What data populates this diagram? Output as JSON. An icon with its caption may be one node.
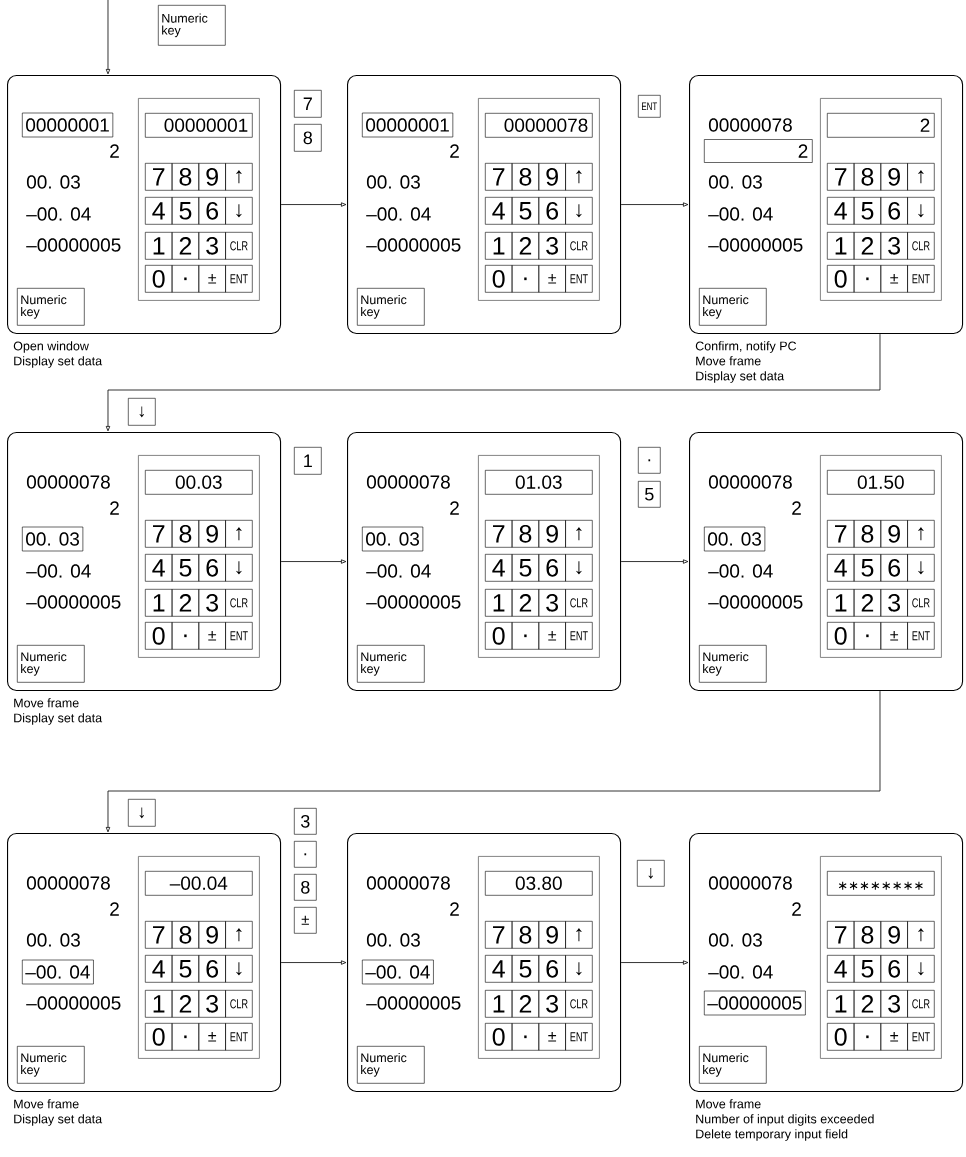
{
  "diagram": {
    "nodes": [
      {
        "text": [
          "Numeric key"
        ]
      },
      {
        "text": [
          "2",
          "00. 03",
          "–00. 04",
          "–00000005"
        ],
        "beside": [
          "Open window",
          "Display set data"
        ]
      },
      {
        "text": [
          "00000001"
        ],
        "in": 1
      },
      {
        "text": [],
        "shape": "box",
        "in": 1
      },
      {
        "text": [
          "00000001"
        ],
        "in": 3
      },
      {
        "text": [
          "7"
        ],
        "in": 3
      },
      {
        "text": [
          "8"
        ],
        "in": 3
      },
      {
        "text": [
          "9"
        ],
        "in": 3
      },
      {
        "text": [
          "↑"
        ],
        "in": 3
      },
      {
        "text": [
          "4"
        ],
        "in": 3
      },
      {
        "text": [
          "5"
        ],
        "in": 3
      },
      {
        "text": [
          "6"
        ],
        "in": 3
      },
      {
        "text": [
          "↓"
        ],
        "in": 3
      },
      {
        "text": [
          "1"
        ],
        "in": 3
      },
      {
        "text": [
          "2"
        ],
        "in": 3
      },
      {
        "text": [
          "3"
        ],
        "in": 3
      },
      {
        "text": [
          "CLR"
        ],
        "in": 3
      },
      {
        "text": [
          "0"
        ],
        "in": 3
      },
      {
        "text": [
          "."
        ],
        "in": 3
      },
      {
        "text": [
          "±"
        ],
        "in": 3
      },
      {
        "text": [
          "ENT"
        ],
        "in": 3
      },
      {
        "text": [
          "Numeric key"
        ],
        "in": 1
      },
      {
        "text": [
          "7"
        ]
      },
      {
        "text": [
          "8"
        ]
      },
      {
        "text": [
          "2",
          "00. 03",
          "–00. 04",
          "–00000005"
        ]
      },
      {
        "text": [
          "00000001"
        ],
        "in": 24
      },
      {
        "text": [],
        "shape": "box",
        "in": 24
      },
      {
        "text": [
          "00000078"
        ],
        "in": 26
      },
      {
        "text": [
          "7"
        ],
        "in": 26
      },
      {
        "text": [
          "8"
        ],
        "in": 26
      },
      {
        "text": [
          "9"
        ],
        "in": 26
      },
      {
        "text": [
          "↑"
        ],
        "in": 26
      },
      {
        "text": [
          "4"
        ],
        "in": 26
      },
      {
        "text": [
          "5"
        ],
        "in": 26
      },
      {
        "text": [
          "6"
        ],
        "in": 26
      },
      {
        "text": [
          "↓"
        ],
        "in": 26
      },
      {
        "text": [
          "1"
        ],
        "in": 26
      },
      {
        "text": [
          "2"
        ],
        "in": 26
      },
      {
        "text": [
          "3"
        ],
        "in": 26
      },
      {
        "text": [
          "CLR"
        ],
        "in": 26
      },
      {
        "text": [
          "0"
        ],
        "in": 26
      },
      {
        "text": [
          "."
        ],
        "in": 26
      },
      {
        "text": [
          "±"
        ],
        "in": 26
      },
      {
        "text": [
          "ENT"
        ],
        "in": 26
      },
      {
        "text": [
          "Numeric key"
        ],
        "in": 24
      },
      {
        "text": [
          "ENT"
        ]
      },
      {
        "text": [
          "00000078",
          "00. 03",
          "–00. 04",
          "–00000005"
        ],
        "beside": [
          "Confirm, notify PC",
          "Move frame",
          "Display set data"
        ]
      },
      {
        "text": [
          "2"
        ],
        "in": 46
      },
      {
        "text": [],
        "shape": "box",
        "in": 46
      },
      {
        "text": [
          "2"
        ],
        "in": 48
      },
      {
        "text": [
          "7"
        ],
        "in": 48
      },
      {
        "text": [
          "8"
        ],
        "in": 48
      },
      {
        "text": [
          "9"
        ],
        "in": 48
      },
      {
        "text": [
          "↑"
        ],
        "in": 48
      },
      {
        "text": [
          "4"
        ],
        "in": 48
      },
      {
        "text": [
          "5"
        ],
        "in": 48
      },
      {
        "text": [
          "6"
        ],
        "in": 48
      },
      {
        "text": [
          "↓"
        ],
        "in": 48
      },
      {
        "text": [
          "1"
        ],
        "in": 48
      },
      {
        "text": [
          "2"
        ],
        "in": 48
      },
      {
        "text": [
          "3"
        ],
        "in": 48
      },
      {
        "text": [
          "CLR"
        ],
        "in": 48
      },
      {
        "text": [
          "0"
        ],
        "in": 48
      },
      {
        "text": [
          "."
        ],
        "in": 48
      },
      {
        "text": [
          "±"
        ],
        "in": 48
      },
      {
        "text": [
          "ENT"
        ],
        "in": 48
      },
      {
        "text": [
          "Numeric key"
        ],
        "in": 46
      },
      {
        "text": [
          "↓"
        ]
      },
      {
        "text": [
          "00000078",
          "2",
          "–00. 04",
          "–00000005"
        ],
        "beside": [
          "Move frame",
          "Display set data"
        ]
      },
      {
        "text": [
          "00. 03"
        ],
        "in": 68
      },
      {
        "text": [],
        "shape": "box",
        "in": 68
      },
      {
        "text": [
          "00.03"
        ],
        "in": 70
      },
      {
        "text": [
          "7"
        ],
        "in": 70
      },
      {
        "text": [
          "8"
        ],
        "in": 70
      },
      {
        "text": [
          "9"
        ],
        "in": 70
      },
      {
        "text": [
          "↑"
        ],
        "in": 70
      },
      {
        "text": [
          "4"
        ],
        "in": 70
      },
      {
        "text": [
          "5"
        ],
        "in": 70
      },
      {
        "text": [
          "6"
        ],
        "in": 70
      },
      {
        "text": [
          "↓"
        ],
        "in": 70
      },
      {
        "text": [
          "1"
        ],
        "in": 70
      },
      {
        "text": [
          "2"
        ],
        "in": 70
      },
      {
        "text": [
          "3"
        ],
        "in": 70
      },
      {
        "text": [
          "CLR"
        ],
        "in": 70
      },
      {
        "text": [
          "0"
        ],
        "in": 70
      },
      {
        "text": [
          "."
        ],
        "in": 70
      },
      {
        "text": [
          "±"
        ],
        "in": 70
      },
      {
        "text": [
          "ENT"
        ],
        "in": 70
      },
      {
        "text": [
          "Numeric key"
        ],
        "in": 68
      },
      {
        "text": [
          "1"
        ]
      },
      {
        "text": [
          "00000078",
          "2",
          "–00. 04",
          "–00000005"
        ]
      },
      {
        "text": [
          "00. 03"
        ],
        "in": 90
      },
      {
        "text": [],
        "shape": "box",
        "in": 90
      },
      {
        "text": [
          "01.03"
        ],
        "in": 92
      },
      {
        "text": [
          "7"
        ],
        "in": 92
      },
      {
        "text": [
          "8"
        ],
        "in": 92
      },
      {
        "text": [
          "9"
        ],
        "in": 92
      },
      {
        "text": [
          "↑"
        ],
        "in": 92
      },
      {
        "text": [
          "4"
        ],
        "in": 92
      },
      {
        "text": [
          "5"
        ],
        "in": 92
      },
      {
        "text": [
          "6"
        ],
        "in": 92
      },
      {
        "text": [
          "↓"
        ],
        "in": 92
      },
      {
        "text": [
          "1"
        ],
        "in": 92
      },
      {
        "text": [
          "2"
        ],
        "in": 92
      },
      {
        "text": [
          "3"
        ],
        "in": 92
      },
      {
        "text": [
          "CLR"
        ],
        "in": 92
      },
      {
        "text": [
          "0"
        ],
        "in": 92
      },
      {
        "text": [
          "."
        ],
        "in": 92
      },
      {
        "text": [
          "±"
        ],
        "in": 92
      },
      {
        "text": [
          "ENT"
        ],
        "in": 92
      },
      {
        "text": [
          "Numeric key"
        ],
        "in": 90
      },
      {
        "text": [
          "."
        ]
      },
      {
        "text": [
          "5"
        ]
      },
      {
        "text": [
          "00000078",
          "2",
          "–00. 04",
          "–00000005"
        ]
      },
      {
        "text": [
          "00. 03"
        ],
        "in": 113
      },
      {
        "text": [],
        "shape": "box",
        "in": 113
      },
      {
        "text": [
          "01.50"
        ],
        "in": 115
      },
      {
        "text": [
          "7"
        ],
        "in": 115
      },
      {
        "text": [
          "8"
        ],
        "in": 115
      },
      {
        "text": [
          "9"
        ],
        "in": 115
      },
      {
        "text": [
          "↑"
        ],
        "in": 115
      },
      {
        "text": [
          "4"
        ],
        "in": 115
      },
      {
        "text": [
          "5"
        ],
        "in": 115
      },
      {
        "text": [
          "6"
        ],
        "in": 115
      },
      {
        "text": [
          "↓"
        ],
        "in": 115
      },
      {
        "text": [
          "1"
        ],
        "in": 115
      },
      {
        "text": [
          "2"
        ],
        "in": 115
      },
      {
        "text": [
          "3"
        ],
        "in": 115
      },
      {
        "text": [
          "CLR"
        ],
        "in": 115
      },
      {
        "text": [
          "0"
        ],
        "in": 115
      },
      {
        "text": [
          "."
        ],
        "in": 115
      },
      {
        "text": [
          "±"
        ],
        "in": 115
      },
      {
        "text": [
          "ENT"
        ],
        "in": 115
      },
      {
        "text": [
          "Numeric key"
        ],
        "in": 113
      },
      {
        "text": [
          "↓"
        ]
      },
      {
        "text": [
          "00000078",
          "2",
          "00. 03",
          "–00000005"
        ],
        "beside": [
          "Move frame",
          "Display set data"
        ]
      },
      {
        "text": [
          "–00. 04"
        ],
        "in": 135
      },
      {
        "text": [],
        "shape": "box",
        "in": 135
      },
      {
        "text": [
          "–00.04"
        ],
        "in": 137
      },
      {
        "text": [
          "7"
        ],
        "in": 137
      },
      {
        "text": [
          "8"
        ],
        "in": 137
      },
      {
        "text": [
          "9"
        ],
        "in": 137
      },
      {
        "text": [
          "↑"
        ],
        "in": 137
      },
      {
        "text": [
          "4"
        ],
        "in": 137
      },
      {
        "text": [
          "5"
        ],
        "in": 137
      },
      {
        "text": [
          "6"
        ],
        "in": 137
      },
      {
        "text": [
          "↓"
        ],
        "in": 137
      },
      {
        "text": [
          "1"
        ],
        "in": 137
      },
      {
        "text": [
          "2"
        ],
        "in": 137
      },
      {
        "text": [
          "3"
        ],
        "in": 137
      },
      {
        "text": [
          "CLR"
        ],
        "in": 137
      },
      {
        "text": [
          "0"
        ],
        "in": 137
      },
      {
        "text": [
          "."
        ],
        "in": 137
      },
      {
        "text": [
          "±"
        ],
        "in": 137
      },
      {
        "text": [
          "ENT"
        ],
        "in": 137
      },
      {
        "text": [
          "Numeric key"
        ],
        "in": 135
      },
      {
        "text": [
          "3"
        ]
      },
      {
        "text": [
          "."
        ]
      },
      {
        "text": [
          "8"
        ]
      },
      {
        "text": [
          "±"
        ]
      },
      {
        "text": [
          "00000078",
          "2",
          "00. 03",
          "–00000005"
        ]
      },
      {
        "text": [
          "–00. 04"
        ],
        "in": 160
      },
      {
        "text": [],
        "shape": "box",
        "in": 160
      },
      {
        "text": [
          "03.80"
        ],
        "in": 162
      },
      {
        "text": [
          "7"
        ],
        "in": 162
      },
      {
        "text": [
          "8"
        ],
        "in": 162
      },
      {
        "text": [
          "9"
        ],
        "in": 162
      },
      {
        "text": [
          "↑"
        ],
        "in": 162
      },
      {
        "text": [
          "4"
        ],
        "in": 162
      },
      {
        "text": [
          "5"
        ],
        "in": 162
      },
      {
        "text": [
          "6"
        ],
        "in": 162
      },
      {
        "text": [
          "↓"
        ],
        "in": 162
      },
      {
        "text": [
          "1"
        ],
        "in": 162
      },
      {
        "text": [
          "2"
        ],
        "in": 162
      },
      {
        "text": [
          "3"
        ],
        "in": 162
      },
      {
        "text": [
          "CLR"
        ],
        "in": 162
      },
      {
        "text": [
          "0"
        ],
        "in": 162
      },
      {
        "text": [
          "."
        ],
        "in": 162
      },
      {
        "text": [
          "±"
        ],
        "in": 162
      },
      {
        "text": [
          "ENT"
        ],
        "in": 162
      },
      {
        "text": [
          "Numeric key"
        ],
        "in": 160
      },
      {
        "text": [
          "↓"
        ]
      },
      {
        "text": [
          "00000078",
          "2",
          "00. 03",
          "–00. 04"
        ],
        "beside": [
          "Move frame",
          "Number of input digits exceeded",
          "Delete temporary input field"
        ]
      },
      {
        "text": [
          "–00000005"
        ],
        "in": 182
      },
      {
        "text": [],
        "shape": "box",
        "in": 182
      },
      {
        "text": [
          "∗∗∗∗∗∗∗∗"
        ],
        "in": 184
      },
      {
        "text": [
          "7"
        ],
        "in": 184
      },
      {
        "text": [
          "8"
        ],
        "in": 184
      },
      {
        "text": [
          "9"
        ],
        "in": 184
      },
      {
        "text": [
          "↑"
        ],
        "in": 184
      },
      {
        "text": [
          "4"
        ],
        "in": 184
      },
      {
        "text": [
          "5"
        ],
        "in": 184
      },
      {
        "text": [
          "6"
        ],
        "in": 184
      },
      {
        "text": [
          "↓"
        ],
        "in": 184
      },
      {
        "text": [
          "1"
        ],
        "in": 184
      },
      {
        "text": [
          "2"
        ],
        "in": 184
      },
      {
        "text": [
          "3"
        ],
        "in": 184
      },
      {
        "text": [
          "CLR"
        ],
        "in": 184
      },
      {
        "text": [
          "0"
        ],
        "in": 184
      },
      {
        "text": [
          "."
        ],
        "in": 184
      },
      {
        "text": [
          "±"
        ],
        "in": 184
      },
      {
        "text": [
          "ENT"
        ],
        "in": 184
      },
      {
        "text": [
          "Numeric key"
        ],
        "in": 182
      }
    ],
    "edges": [
      {
        "from": null,
        "to": 1,
        "arrow": "to"
      },
      {
        "from": 1,
        "to": 24,
        "arrow": "to"
      },
      {
        "from": 24,
        "to": 46,
        "arrow": "to"
      },
      {
        "from": 46,
        "to": 68,
        "arrow": "to"
      },
      {
        "from": 68,
        "to": 90,
        "arrow": "to"
      },
      {
        "from": 90,
        "to": 113,
        "arrow": "to"
      },
      {
        "from": 113,
        "to": 135,
        "arrow": "to"
      },
      {
        "from": 135,
        "to": 160,
        "arrow": "to"
      },
      {
        "from": 160,
        "to": 182,
        "arrow": "to"
      }
    ]
  }
}
